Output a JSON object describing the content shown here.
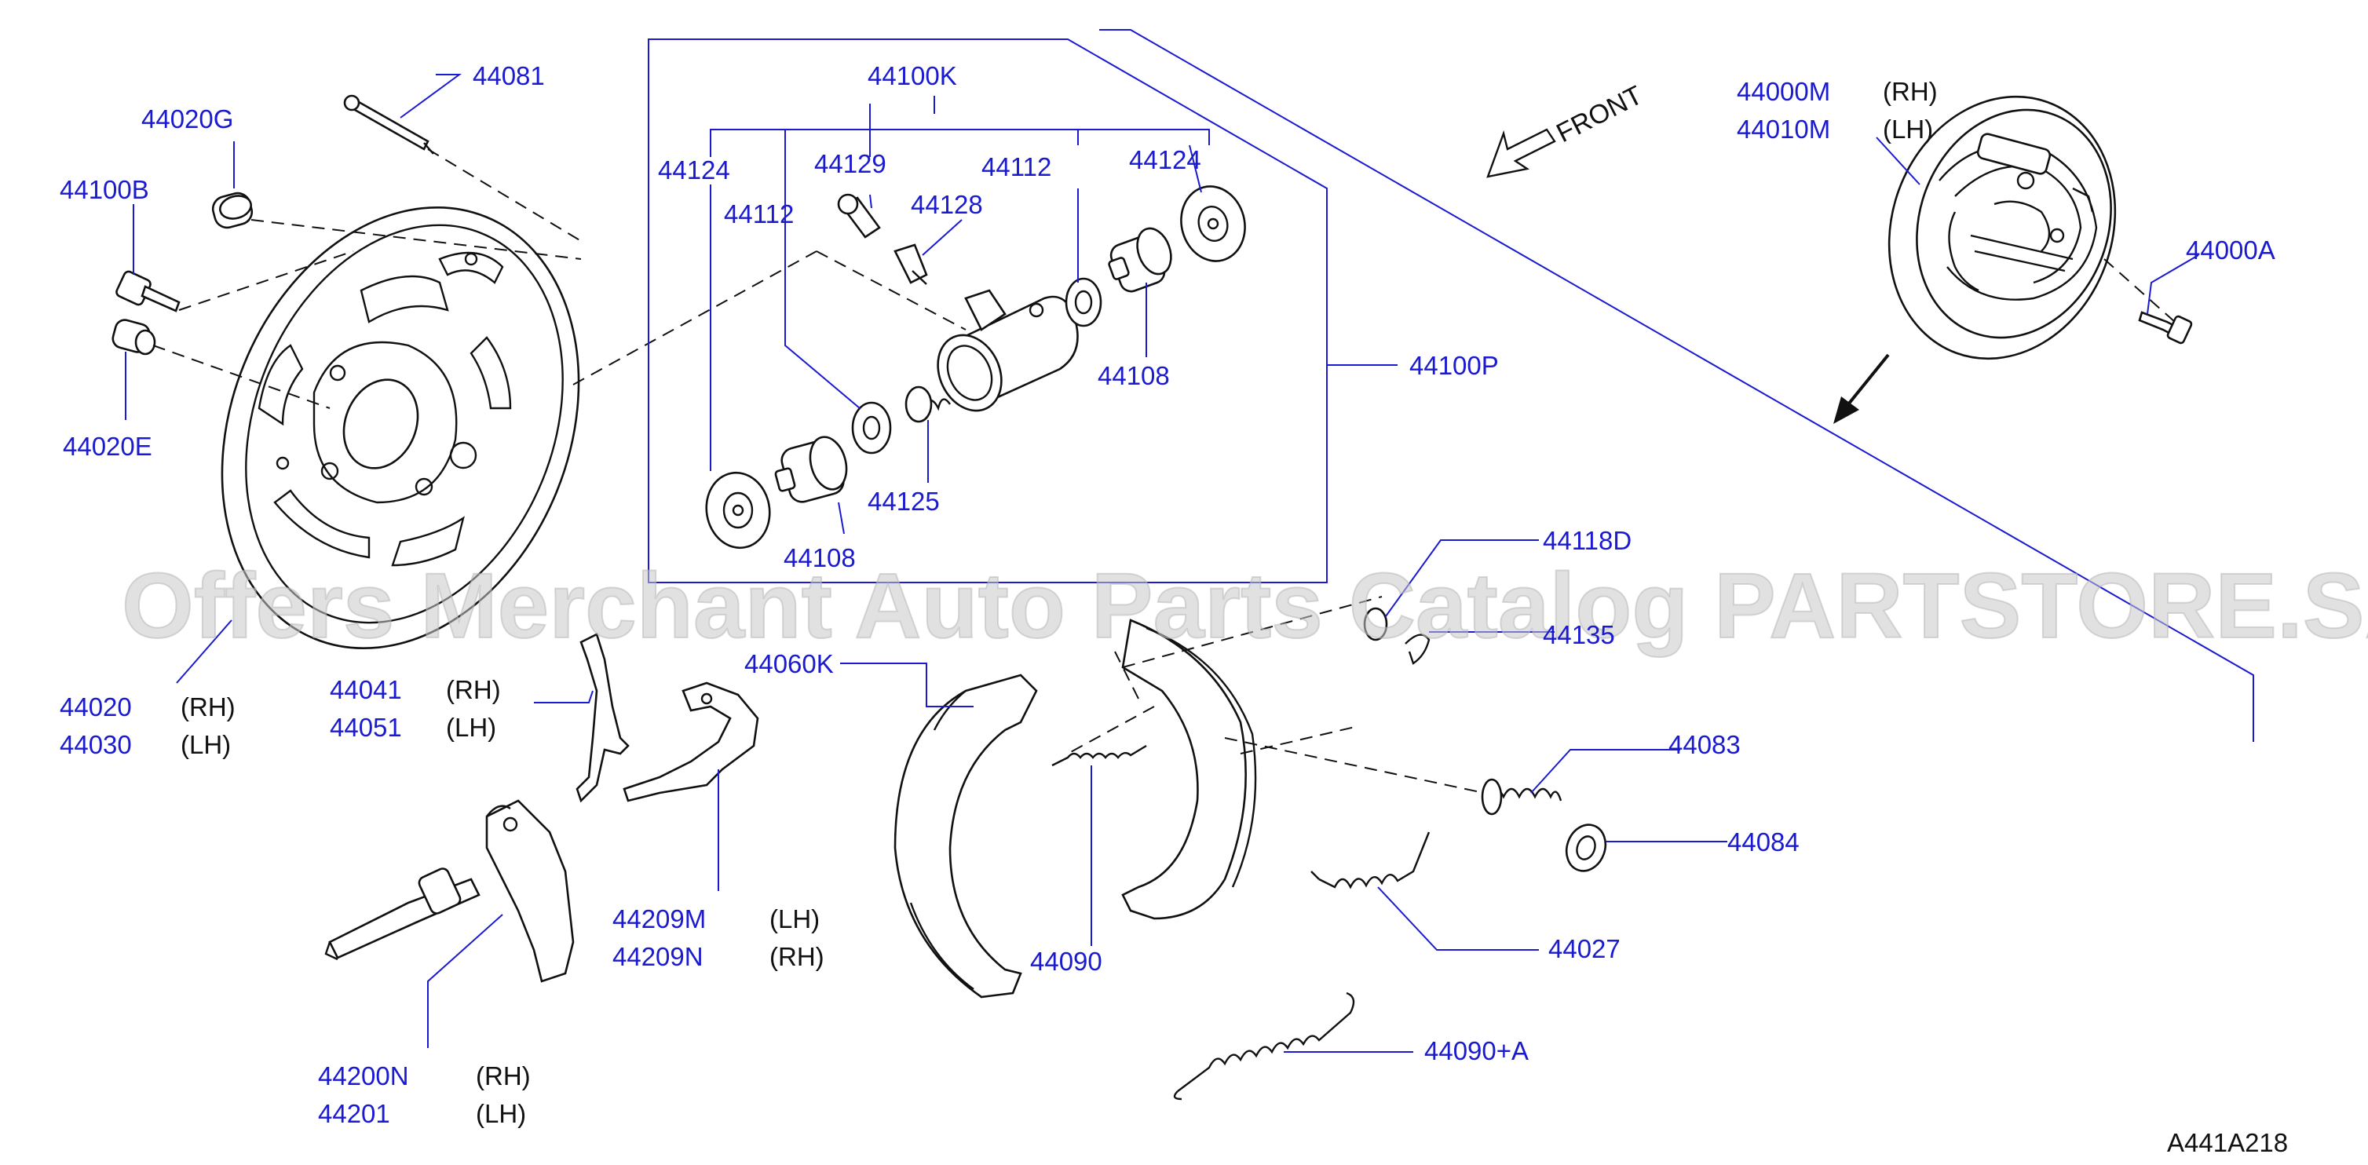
{
  "labels": {
    "l44081": "44081",
    "l44020G": "44020G",
    "l44100B": "44100B",
    "l44020E": "44020E",
    "l44020": "44020",
    "l44030": "44030",
    "l44041": "44041",
    "l44051": "44051",
    "l44209M": "44209M",
    "l44209N": "44209N",
    "l44200N": "44200N",
    "l44201": "44201",
    "l44100K": "44100K",
    "l44124a": "44124",
    "l44112a": "44112",
    "l44129": "44129",
    "l44128": "44128",
    "l44112b": "44112",
    "l44124b": "44124",
    "l44108a": "44108",
    "l44125": "44125",
    "l44108b": "44108",
    "l44100P": "44100P",
    "l44000M": "44000M",
    "l44010M": "44010M",
    "l44000A": "44000A",
    "l44118D": "44118D",
    "l44135": "44135",
    "l44060K": "44060K",
    "l44083": "44083",
    "l44084": "44084",
    "l44027": "44027",
    "l44090": "44090",
    "l44090A": "44090+A"
  },
  "sides": {
    "rh": "(RH)",
    "lh": "(LH)"
  },
  "direction_label": "FRONT",
  "diagram_code": "A441A218",
  "watermark": "Offers Merchant Auto Parts Catalog PARTSTORE.SA",
  "colors": {
    "label": "#1a1ad0",
    "line": "#111111",
    "watermark": "#c8c8c8"
  }
}
